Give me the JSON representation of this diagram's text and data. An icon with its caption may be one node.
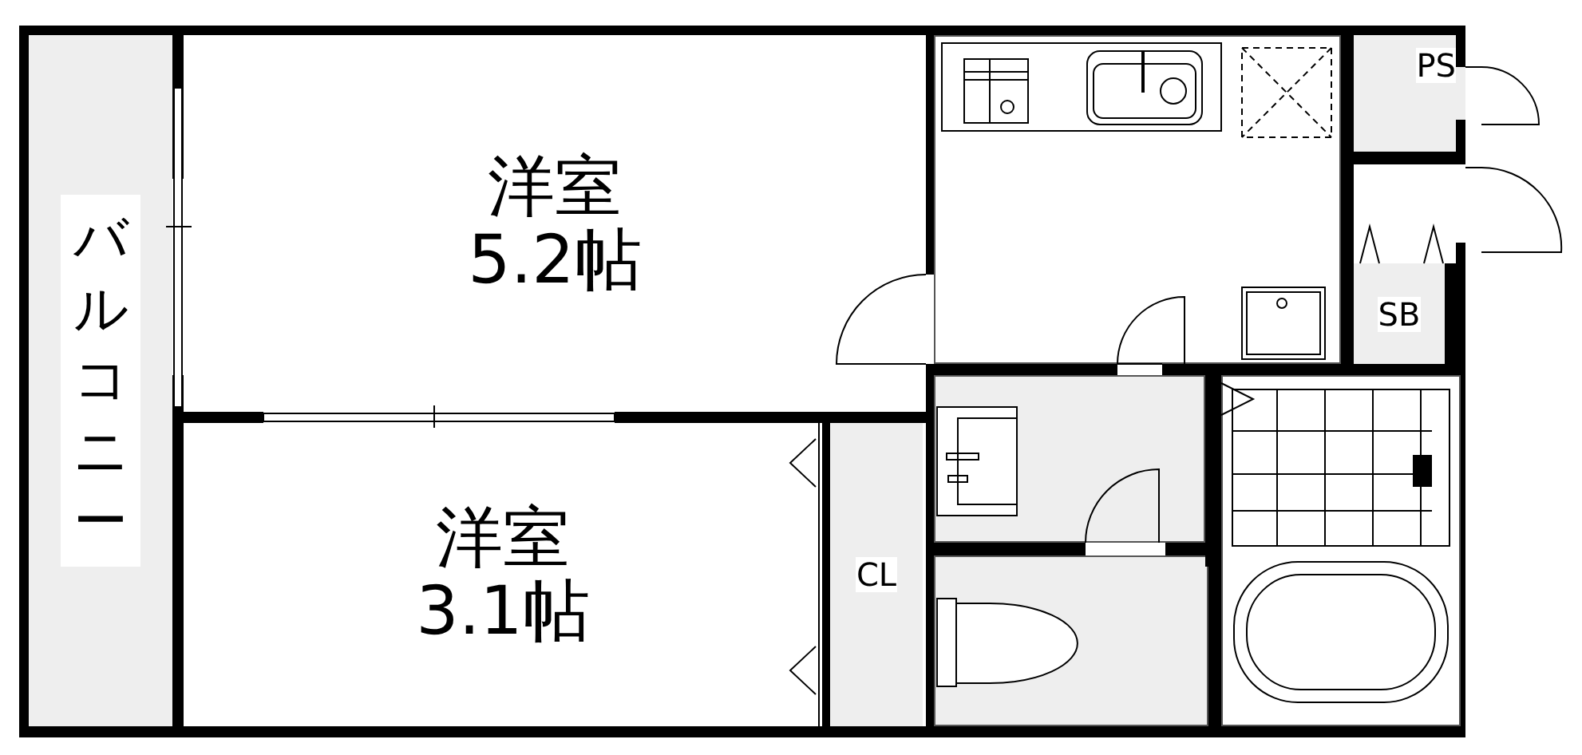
{
  "diagram": {
    "nodes": [
      {
        "text": [
          "バルコニー"
        ]
      },
      {
        "text": [
          "洋室",
          "5.2帖"
        ]
      },
      {
        "text": [
          "洋室",
          "3.1帖"
        ]
      },
      {
        "text": [
          "CL"
        ]
      },
      {
        "text": [],
        "shape": "box"
      },
      {
        "text": [
          "PS"
        ]
      },
      {
        "text": [
          "SB"
        ]
      },
      {
        "text": [],
        "shape": "box"
      },
      {
        "text": [],
        "shape": "box"
      },
      {
        "text": [],
        "shape": "box"
      }
    ]
  }
}
